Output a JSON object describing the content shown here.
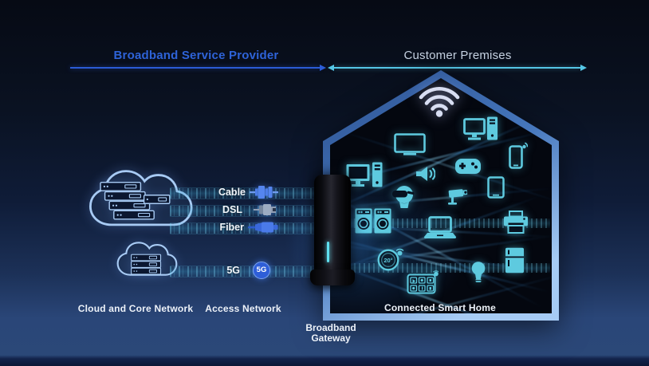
{
  "header": {
    "provider_label": "Broadband Service Provider",
    "premises_label": "Customer Premises"
  },
  "provider_side": {
    "cloud_core_label": "Cloud and Core Network",
    "access_network_label": "Access Network",
    "access_links": [
      {
        "label": "Cable",
        "icon": "coax-connector-icon"
      },
      {
        "label": "DSL",
        "icon": "dsl-plug-icon"
      },
      {
        "label": "Fiber",
        "icon": "fiber-connector-icon"
      },
      {
        "label": "5G",
        "icon": "5g-badge-icon",
        "badge": "5G"
      }
    ]
  },
  "gateway": {
    "label_line1": "Broadband",
    "label_line2": "Gateway",
    "device": "black-cylindrical-gateway-with-led"
  },
  "smart_home": {
    "label": "Connected Smart Home",
    "thermostat_value": "20°",
    "wifi_icon": "wifi-icon",
    "devices": [
      "tv",
      "desktop-computer",
      "smartphone",
      "game-controller",
      "speaker",
      "desktop-pc",
      "vr-headset",
      "tablet",
      "security-camera",
      "washing-machines",
      "laptop",
      "printer",
      "thermostat",
      "refrigerator",
      "light-bulb",
      "smart-control-panel"
    ]
  },
  "colors": {
    "provider_accent": "#2e63d8",
    "premises_accent": "#56c8e8",
    "device_cyan": "#5ecadf",
    "wifi_white": "#d8def2",
    "badge_blue": "#2e5ed8",
    "house_frame": "#7fb0e8",
    "background_bottom": "#2b4878"
  }
}
